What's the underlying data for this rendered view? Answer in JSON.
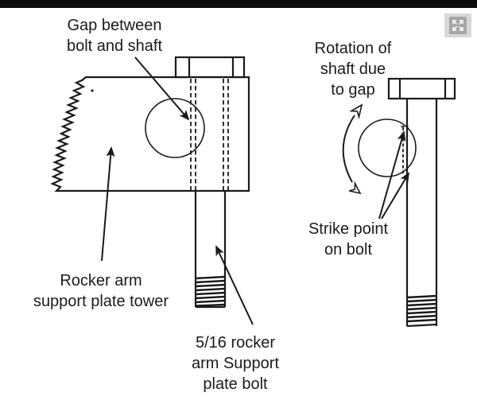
{
  "window": {
    "background": "#ffffff",
    "top_bar_color": "#0c0c0c"
  },
  "controls": {
    "expand_button": {
      "icon": "expand-icon",
      "bg": "#a6a6a6",
      "glyph_color": "#ffffff"
    }
  },
  "diagram": {
    "line_color": "#1a1a1a",
    "labels": {
      "gap": "Gap between\nbolt and shaft",
      "rotation": "Rotation of\nshaft due\nto gap",
      "strike": "Strike point\non bolt",
      "tower": "Rocker arm\nsupport plate tower",
      "bolt516": "5/16 rocker\narm Support\nplate bolt"
    },
    "parts": {
      "left_figure": "rocker-arm-support-plate-tower-with-bolt",
      "right_figure": "support-plate-bolt-rotation-detail"
    }
  }
}
